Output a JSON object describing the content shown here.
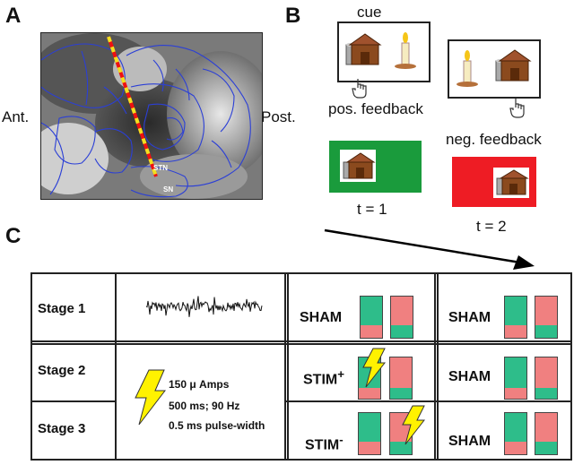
{
  "panel_a": {
    "label": "A",
    "ant_label": "Ant.",
    "post_label": "Post.",
    "stn_label": "STN",
    "sn_label": "SN"
  },
  "panel_b": {
    "label": "B",
    "cue_label": "cue",
    "pos_feedback_label": "pos. feedback",
    "neg_feedback_label": "neg. feedback",
    "t1_label": "t = 1",
    "t2_label": "t = 2",
    "pos_color": "#1a9b3c",
    "neg_color": "#ee1c24"
  },
  "panel_c": {
    "label": "C",
    "stages": [
      "Stage 1",
      "Stage 2",
      "Stage 3"
    ],
    "stim_params": {
      "amp_value": "150",
      "amp_unit": "μ Amps",
      "timing": "500 ms; 90 Hz",
      "pulse": "0.5 ms pulse-width"
    },
    "conditions": {
      "s1_left": "SHAM",
      "s1_right": "SHAM",
      "s2_left_base": "STIM",
      "s2_left_sup": "+",
      "s2_right": "SHAM",
      "s3_left_base": "STIM",
      "s3_left_sup": "-",
      "s3_right": "SHAM"
    },
    "green": "#2ebd8a",
    "pink": "#f08080"
  }
}
